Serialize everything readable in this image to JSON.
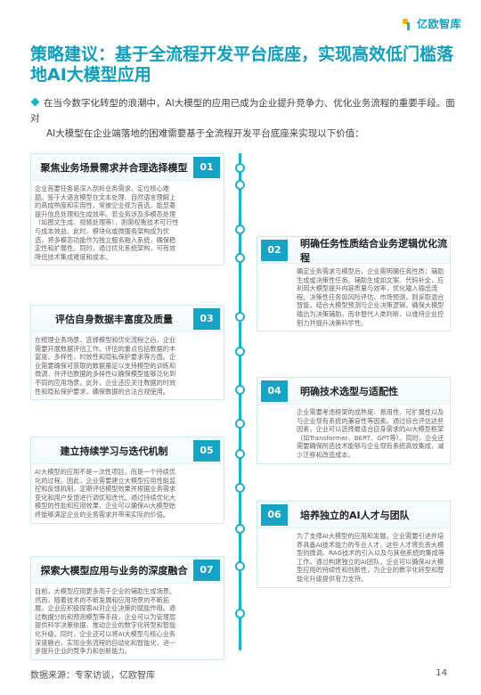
{
  "brand": {
    "logo_text": "亿欧智库"
  },
  "title": "策略建议：基于全流程开发平台底座，实现高效低门槛落地AI大模型应用",
  "intro": {
    "line1": "在当今数字化转型的浪潮中，AI大模型的应用已成为企业提升竞争力、优化业务流程的重要手段。面对",
    "line2": "AI大模型在企业端落地的困难需要基于全流程开发平台底座来实现以下价值："
  },
  "items": [
    {
      "num": "01",
      "title": "聚焦业务场景需求并合理选择模型",
      "body": "企业首要任务是深入剖析业务需求，定位核心难题。鉴于大语言模型在文本处理、自然语言理解上的高成熟度和实用性，常被企业视为首选，能显著提升信息处理和生成效率。若业务涉及多模态处理（如图文生成、视频处理等），则需权衡技术可行性与成本效益。此时，模块化或微服务架构成为优选，将多模态功能作为独立服务融入系统，确保稳定性和扩展性。同时，通过优化系统架构，可有效降低技术集成难度和成本。"
    },
    {
      "num": "02",
      "title": "明确任务性质结合业务逻辑优化流程",
      "body": "确定业务需求与模型后，企业需明确任务性质：辅助生成或决策性任务。辅助生成如文案、代码补全，应利用大模型提升内容质量与效率，优化输入输出流程。决策性任务如风险评估、市场预测，则采取混合智能，结合大模型预测与企业决策逻辑，确保大模型输出为决策辅助，而非替代人类判断，以维持企业控制力并提升决策科学性。"
    },
    {
      "num": "03",
      "title": "评估自身数据丰富度及质量",
      "body": "在梳理业务场景、选择模型和优化流程之后，企业需要开展数据评估工作。评估的重点包括数据的丰富度、多样性、时效性和隐私保护要求等方面。企业需要确保可获取的数据量足以支持模型的训练和微调，并评估数据的多样性以确保模型能够泛化到不同的应用场景。此外，企业还应关注数据的时效性和隐私保护要求，确保数据的合法合规使用。"
    },
    {
      "num": "04",
      "title": "明确技术选型与适配性",
      "body": "企业需要考虑框架的成熟度、易用性、可扩展性以及与企业现有系统的兼容性等因素。通过综合评估这些因素，企业可以选择最适合自身需求的AI大模型框架（如Transformer、BERT、GPT等）。同时，企业还需要确保所选技术能够与企业现有系统高效集成，减少迁移和改造成本。"
    },
    {
      "num": "05",
      "title": "建立持续学习与迭代机制",
      "body": "AI大模型的应用不是一次性项目，而是一个持续优化的过程。因此，企业需要建立大模型应用性能监控和反馈机制，定期评估模型效果并根据业务需求变化和用户反馈进行调优和迭代。通过持续优化大模型的性能和应用效果，企业可以确保AI大模型始终能够满足企业的业务需求并带来实际的价值。"
    },
    {
      "num": "06",
      "title": "培养独立的AI人才与团队",
      "body": "为了支撑AI大模型的应用和发展，企业需要引进并培养具备AI技术能力的专业人才。这些人才将负责大模型的微调、RAG技术的引入以及与其他系统的集成等工作。通过构建独立的AI团队，企业可以确保AI大模型应用的持续性和创新性，为企业的数字化转型和智能化升级提供有力支持。"
    },
    {
      "num": "07",
      "title": "探索大模型应用与业务的深度融合",
      "body": "目前，大模型应用更多用于企业的辅助生成场景。然而，随着技术的不断发展和应用场景的不断拓展，企业应积极探索AI对企业决策的赋能作用。通过数据分析和预测模型等手段，企业可以为管理层提供科学决策依据，推动企业的数字化转型和智能化升级。同时，企业还可以将AI大模型与核心业务深度融合，实现业务流程的自动化和智能化，进一步提升企业的竞争力和创新能力。"
    }
  ],
  "footer": {
    "source": "数据来源：专家访谈，亿欧智库",
    "page": "14"
  }
}
